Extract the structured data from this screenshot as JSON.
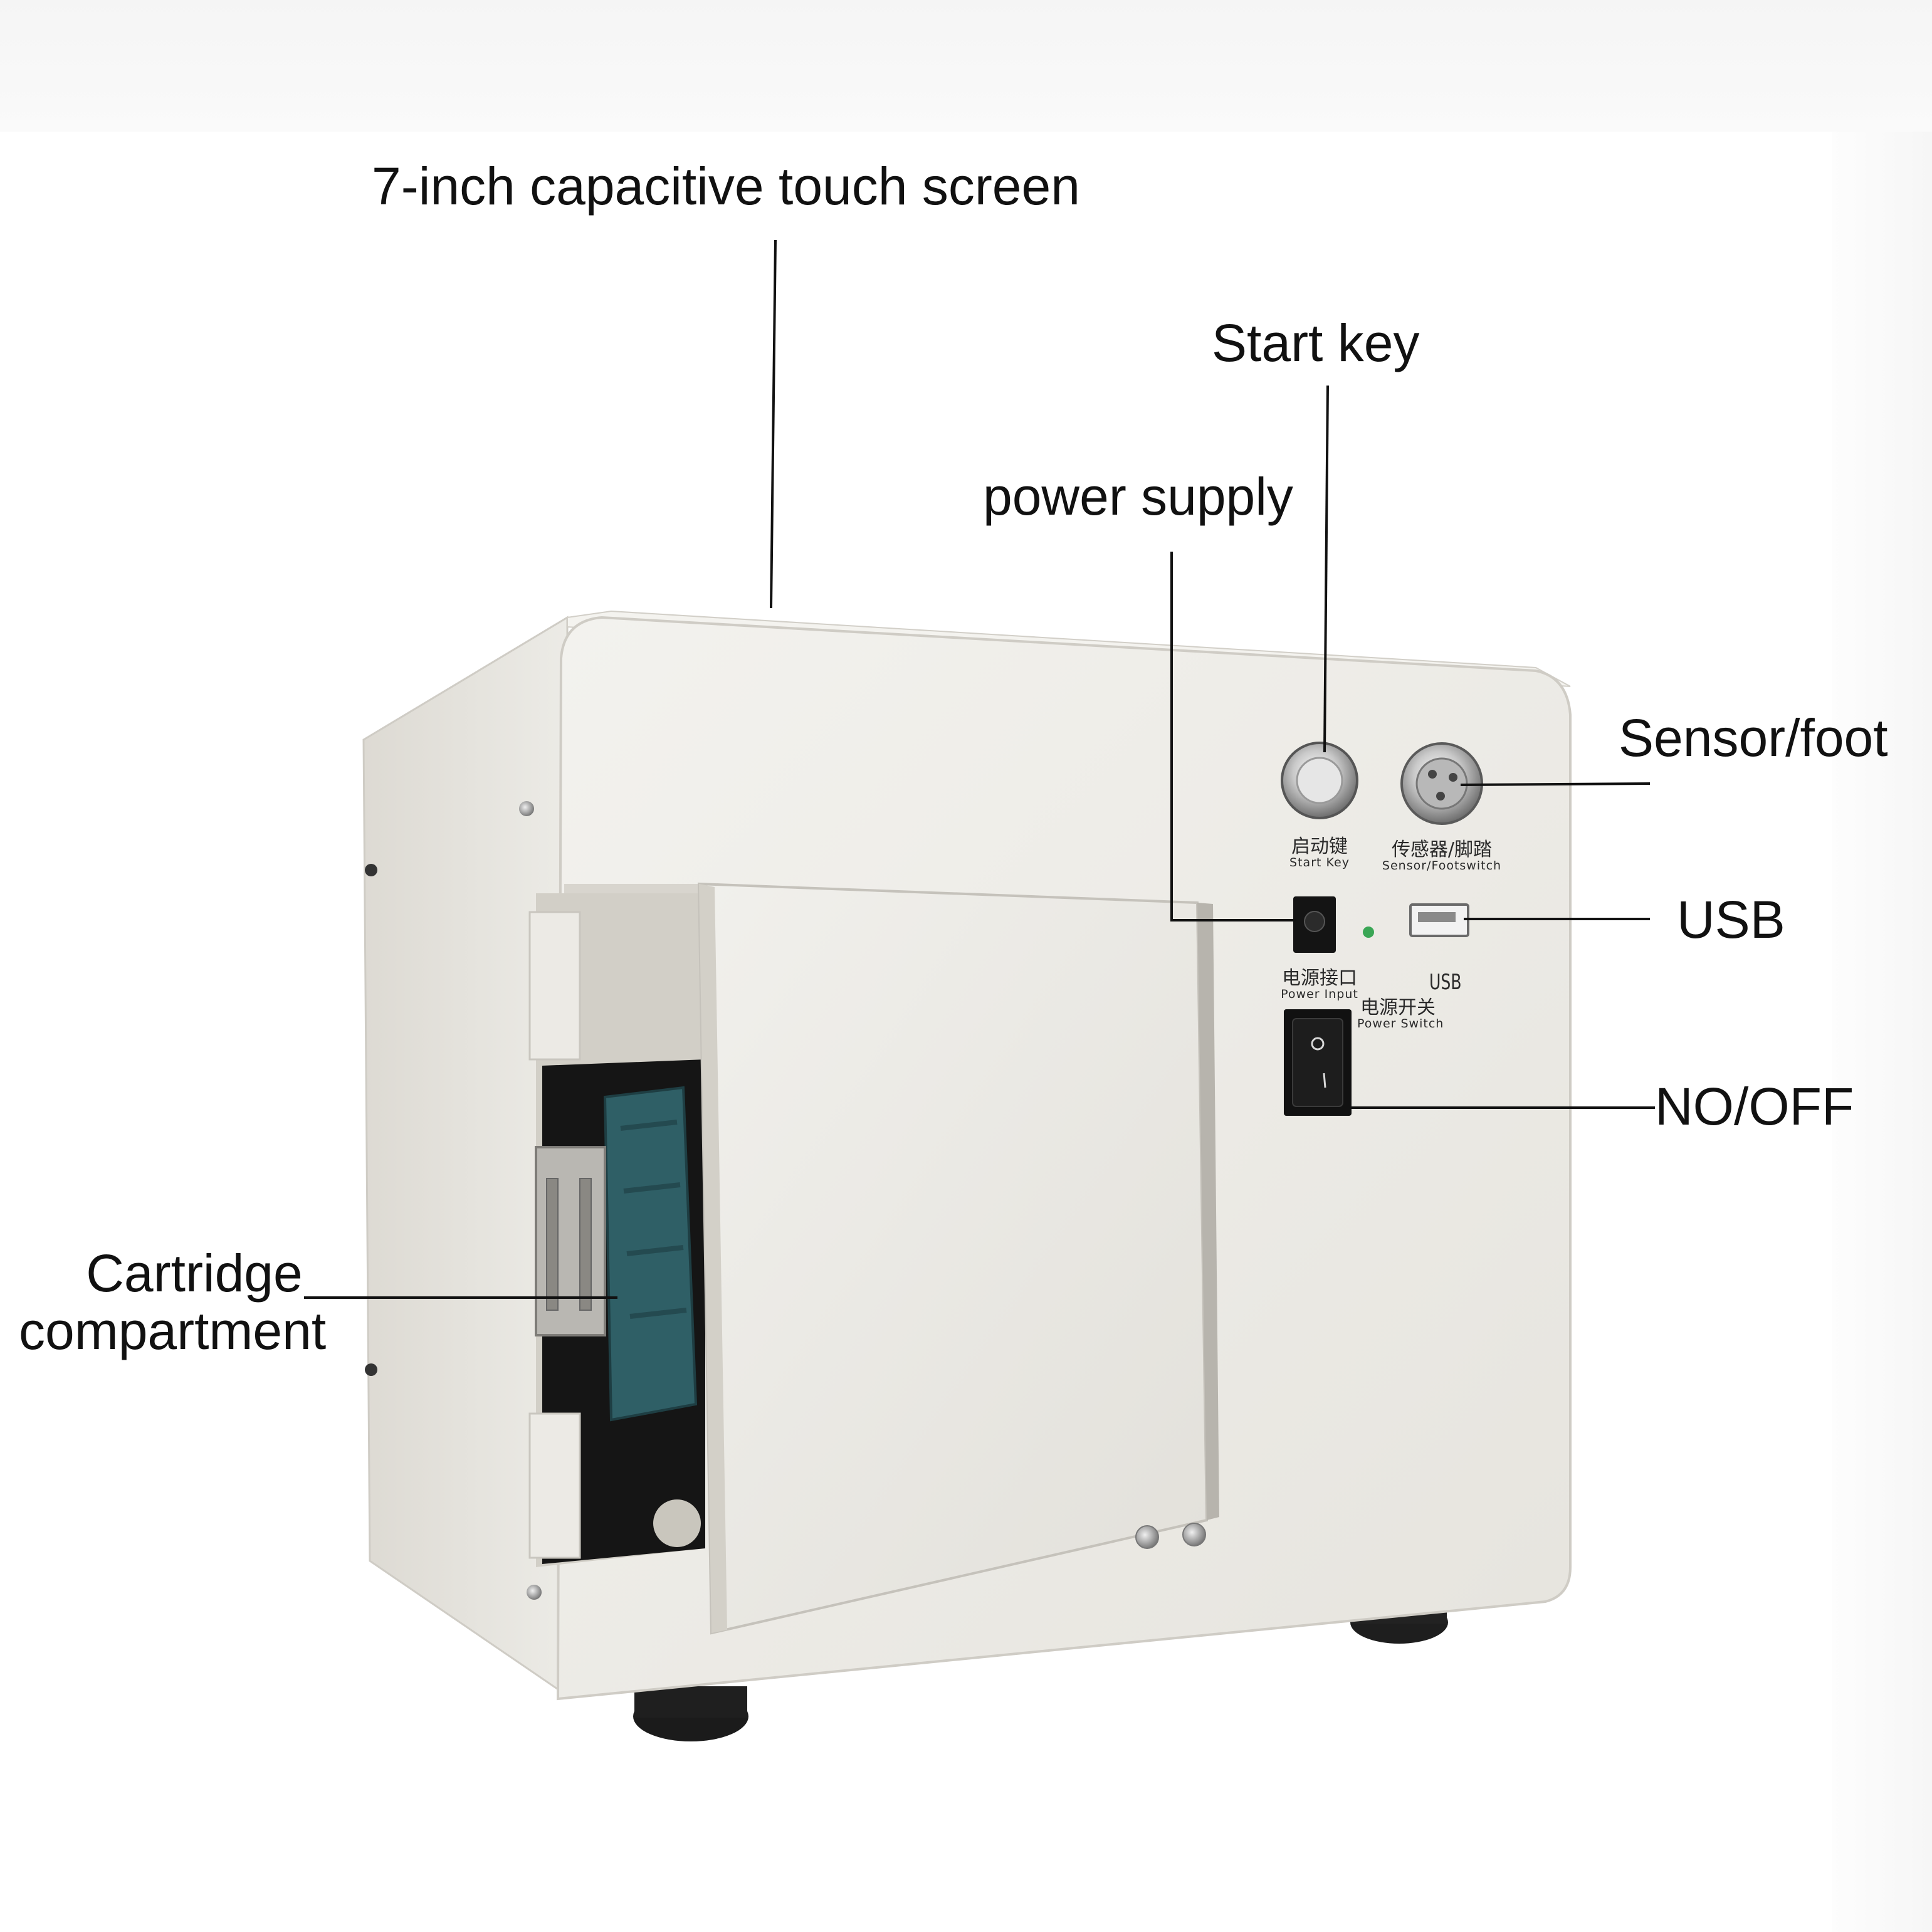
{
  "callouts": {
    "touch_screen": "7-inch capacitive touch screen",
    "start_key": "Start key",
    "power_supply": "power supply",
    "sensor_foot": "Sensor/foot",
    "usb": "USB",
    "on_off": "NO/OFF",
    "cartridge_line1": "Cartridge",
    "cartridge_line2": "compartment"
  },
  "panel_labels": {
    "start_key_cn": "启动键",
    "start_key_en": "Start Key",
    "sensor_cn": "传感器/脚踏",
    "sensor_en": "Sensor/Footswitch",
    "power_input_cn": "电源接口",
    "power_input_en": "Power Input",
    "power_switch_cn": "电源开关",
    "power_switch_en": "Power Switch",
    "usb": "USB"
  },
  "switch_symbols": {
    "on": "|",
    "off": "O"
  },
  "colors": {
    "housing": "#ebe9e3",
    "housing_shade": "#d9d6cf",
    "cartridge": "#2f5f66",
    "led": "#3aa655"
  }
}
